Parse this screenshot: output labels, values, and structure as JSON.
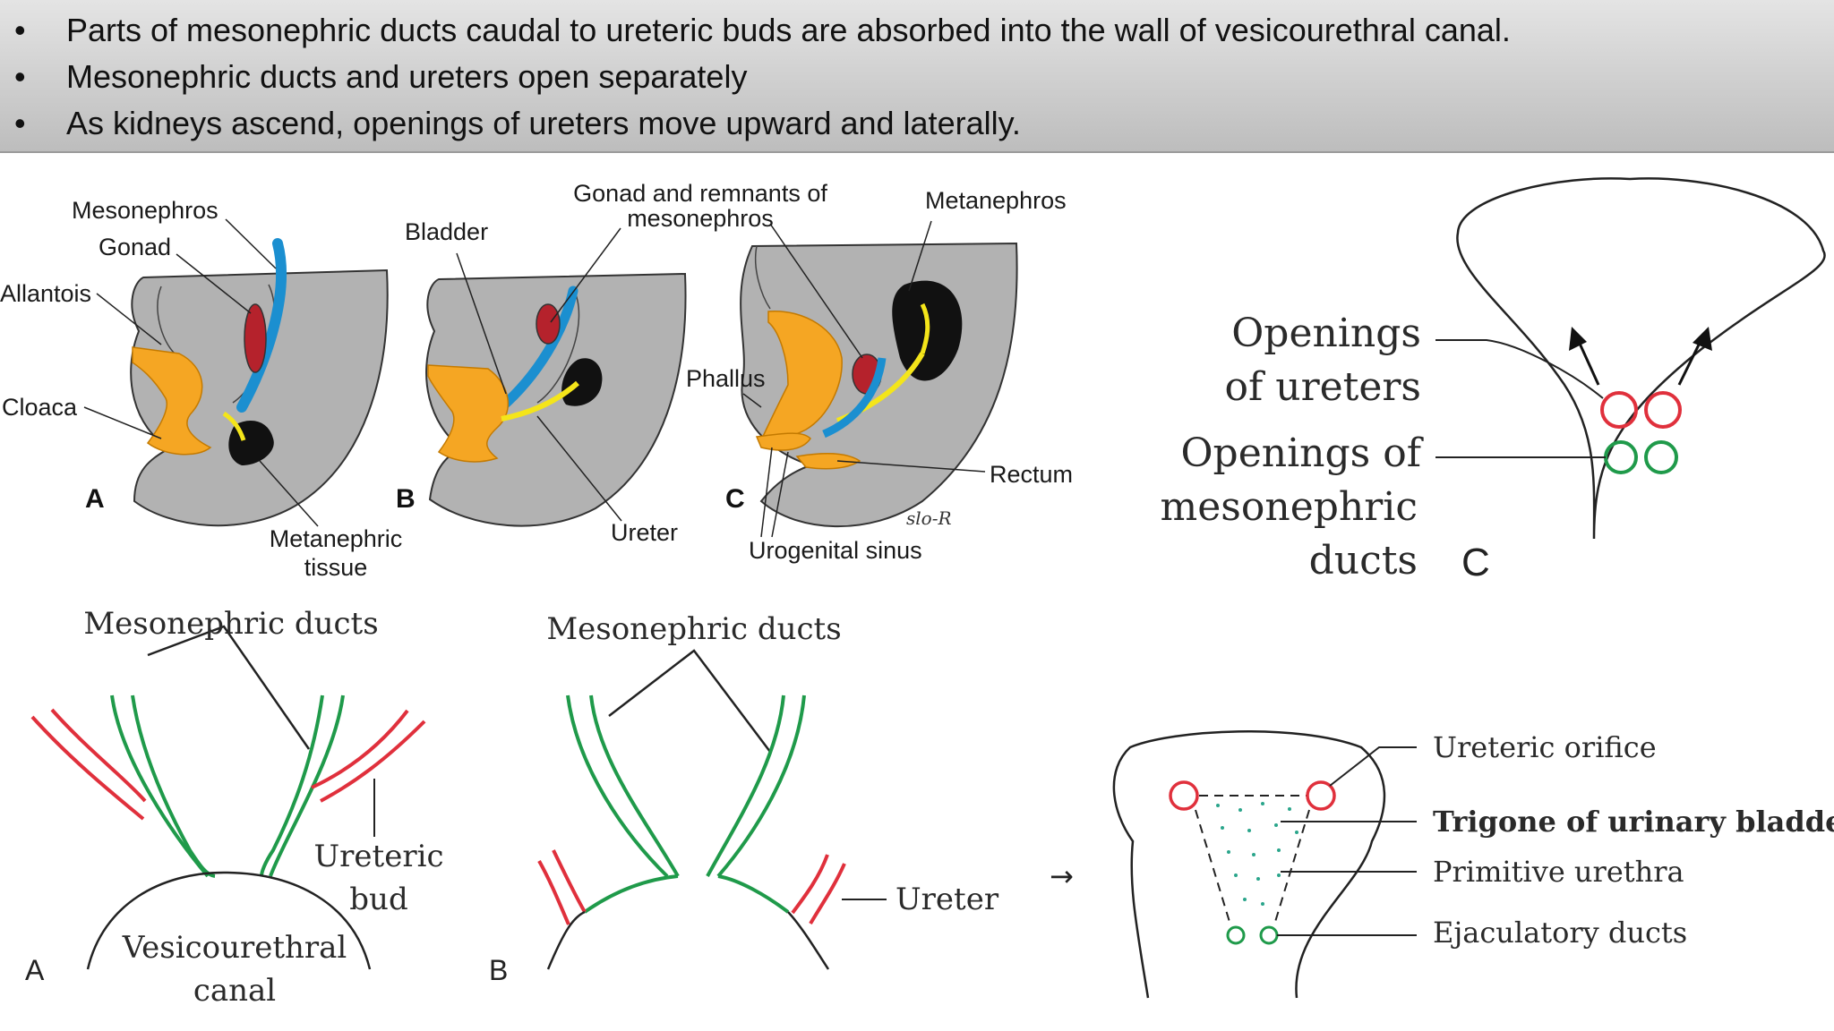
{
  "bullets": [
    "Parts of  mesonephric ducts caudal to ureteric buds are absorbed into the wall of vesicourethral canal.",
    "Mesonephric ducts and ureters open separately",
    "As kidneys ascend, openings of ureters move upward and laterally."
  ],
  "bullet_symbol": "•",
  "embryo_panel": {
    "labels": {
      "mesonephros": "Mesonephros",
      "gonad": "Gonad",
      "allantois": "Allantois",
      "cloaca": "Cloaca",
      "metanephric_tissue_line1": "Metanephric",
      "metanephric_tissue_line2": "tissue",
      "bladder": "Bladder",
      "ureter": "Ureter",
      "gonad_remnants_line1": "Gonad and remnants of",
      "gonad_remnants_line2": "mesonephros",
      "metanephros": "Metanephros",
      "phallus": "Phallus",
      "rectum": "Rectum",
      "urogenital_sinus": "Urogenital sinus",
      "signature": "slo-R"
    },
    "letters": [
      "A",
      "B",
      "C"
    ]
  },
  "openings_panel": {
    "openings_ureters_line1": "Openings",
    "openings_ureters_line2": "of ureters",
    "openings_ducts_line1": "Openings of",
    "openings_ducts_line2": "mesonephric",
    "openings_ducts_line3": "ducts",
    "letter": "C"
  },
  "ducts_panel_a": {
    "title": "Mesonephric ducts",
    "ureteric_bud_line1": "Ureteric",
    "ureteric_bud_line2": "bud",
    "canal_line1": "Vesicourethral",
    "canal_line2": "canal",
    "letter": "A"
  },
  "ducts_panel_b": {
    "title": "Mesonephric ducts",
    "ureter": "Ureter",
    "letter": "B"
  },
  "trigone_panel": {
    "arrow": "→",
    "ureteric_orifice": "Ureteric orifice",
    "trigone": "Trigone of urinary bladder",
    "primitive_urethra": "Primitive urethra",
    "ejaculatory_ducts": "Ejaculatory ducts"
  },
  "colors": {
    "ureter_red": "#e0303c",
    "duct_green": "#1f9a4a",
    "mesonephric_blue": "#1b8fd0",
    "urogenital_orange": "#f5a623",
    "ureter_yellow": "#f4e51a",
    "gonad_red": "#b5222c",
    "tissue_gray": "#b0b0b0"
  }
}
